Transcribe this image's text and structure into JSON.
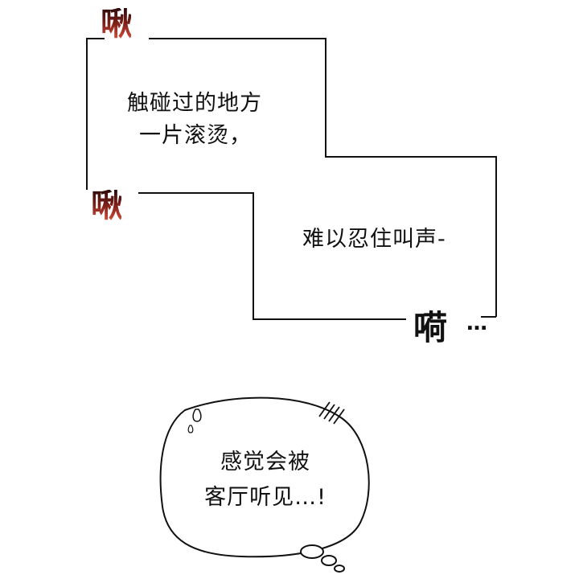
{
  "caption_box": {
    "text_line_1": "触碰过的地方",
    "text_line_2": "一片滚烫，",
    "text_line_3": "难以忍住叫声-"
  },
  "sound_effects": {
    "top": "啾",
    "middle": "啾",
    "bottom": "嗬",
    "bottom_trail": "…"
  },
  "thought_bubble": {
    "line_1": "感觉会被",
    "line_2": "客厅听见…!"
  }
}
